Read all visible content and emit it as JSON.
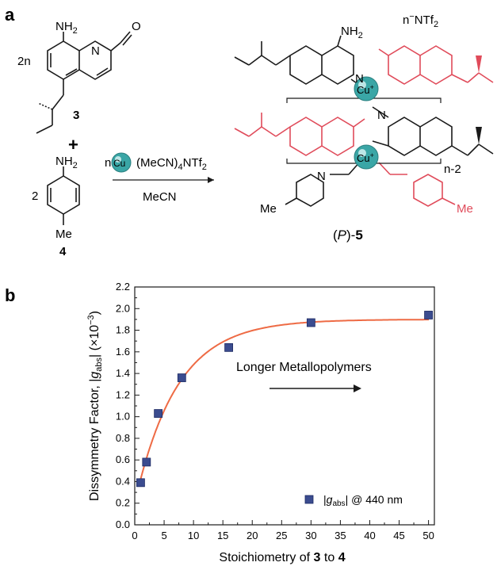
{
  "panel_a": {
    "letter": "a",
    "reactant_top": {
      "coef": "2n",
      "nh2": "NH",
      "nh2_sub": "2",
      "n_ring": "N",
      "o": "O",
      "number": "3"
    },
    "plus": "+",
    "reactant_bottom": {
      "coef": "2",
      "nh2": "NH",
      "nh2_sub": "2",
      "me": "Me",
      "number": "4"
    },
    "reagent": {
      "n_prefix": "n",
      "cu": "Cu",
      "formula_a": "(MeCN)",
      "formula_sub": "4",
      "formula_b": "NTf",
      "formula_sub2": "2",
      "solvent": "MeCN"
    },
    "product": {
      "counterion_prefix": "n",
      "counterion_charge": "−",
      "counterion": "NTf",
      "counterion_sub": "2",
      "cu_top": "Cu",
      "cu_bottom": "Cu",
      "cu_charge": "+",
      "repeat": "n-2",
      "me_left": "Me",
      "me_right": "Me",
      "n_label": "N",
      "nh2": "NH",
      "nh2_sub": "2",
      "label_open": "(",
      "label_italic": "P",
      "label_close": ")-",
      "label_number": "5"
    },
    "colors": {
      "red": "#e04b5a",
      "black": "#1a1a1a",
      "cu": "#3aa6a6"
    }
  },
  "panel_b": {
    "letter": "b",
    "annotation": "Longer Metallopolymers",
    "legend": {
      "prefix": "|",
      "g": "g",
      "sub": "abs",
      "suffix": "| @ 440 nm"
    },
    "ylabel_parts": {
      "a": "Dissymmetry Factor, |",
      "g": "g",
      "sub": "abs",
      "b": "| (×10",
      "sup": "−3",
      "c": ")"
    },
    "xlabel_parts": {
      "a": "Stoichiometry of ",
      "b": "3",
      "c": " to ",
      "d": "4"
    }
  },
  "chart_data": {
    "type": "scatter",
    "x": [
      1,
      2,
      4,
      8,
      16,
      30,
      50
    ],
    "y": [
      0.39,
      0.58,
      1.03,
      1.36,
      1.64,
      1.87,
      1.94
    ],
    "fit": {
      "type": "exponential",
      "ymax": 1.9,
      "y0": 0.2,
      "k": 0.14
    },
    "xlim": [
      0,
      51
    ],
    "ylim": [
      0,
      2.2
    ],
    "xticks": [
      0,
      5,
      10,
      15,
      20,
      25,
      30,
      35,
      40,
      45,
      50
    ],
    "yticks": [
      "0.0",
      "0.2",
      "0.4",
      "0.6",
      "0.8",
      "1.0",
      "1.2",
      "1.4",
      "1.6",
      "1.8",
      "2.0",
      "2.2"
    ],
    "marker_color": "#3b4c8f",
    "fit_color": "#ee6b45"
  }
}
